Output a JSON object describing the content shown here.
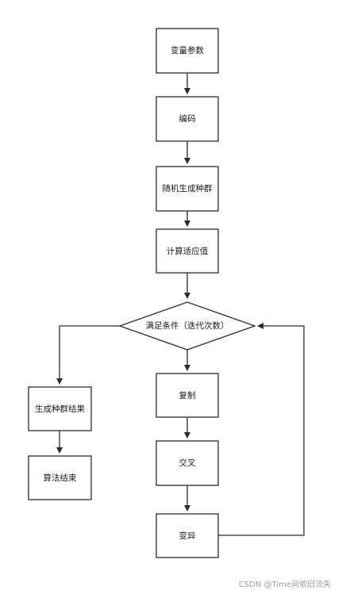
{
  "nodes": {
    "variable_params": "变量参数",
    "encoding": "编码",
    "random_population": "随机生成种群",
    "compute_fitness": "计算适应值",
    "condition": "满足条件（迭代次数）",
    "generate_result": "生成种群结果",
    "algorithm_end": "算法结束",
    "copy": "复制",
    "crossover": "交叉",
    "mutation": "变异"
  },
  "watermark": "CSDN @Time间依旧流失"
}
